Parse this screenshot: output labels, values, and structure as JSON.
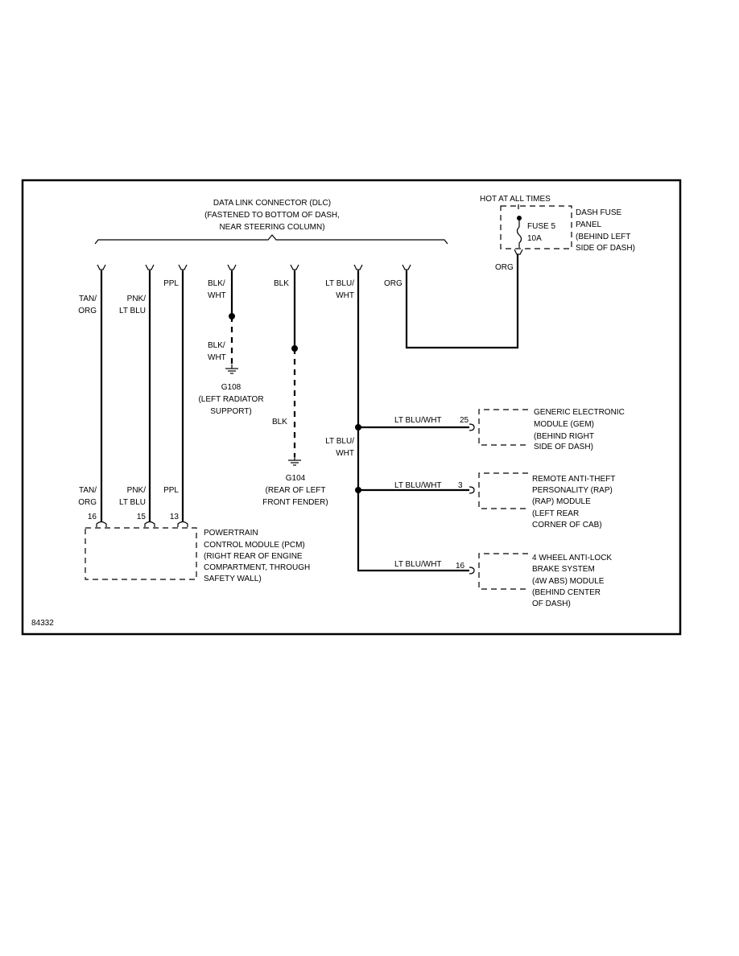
{
  "dlc": {
    "line1": "DATA LINK CONNECTOR (DLC)",
    "line2": "(FASTENED TO BOTTOM OF DASH,",
    "line3": "NEAR STEERING COLUMN)"
  },
  "fuse": {
    "hot": "HOT AT ALL TIMES",
    "name": "FUSE 5",
    "rating": "10A",
    "panel": [
      "DASH FUSE",
      "PANEL",
      "(BEHIND LEFT",
      "SIDE OF DASH)"
    ],
    "wire": "ORG"
  },
  "wires": {
    "tan_org": [
      "TAN/",
      "ORG"
    ],
    "pnk_ltblu": [
      "PNK/",
      "LT BLU"
    ],
    "ppl": "PPL",
    "blk_wht_top": [
      "BLK/",
      "WHT"
    ],
    "blk_wht_bottom": [
      "BLK/",
      "WHT"
    ],
    "blk_top": "BLK",
    "blk_mid": "BLK",
    "ltblu_wht_top": [
      "LT BLU/",
      "WHT"
    ],
    "ltblu_wht_mid": [
      "LT BLU/",
      "WHT"
    ],
    "org": "ORG",
    "tan_org_bottom": [
      "TAN/",
      "ORG"
    ],
    "pnk_ltblu_bottom": [
      "PNK/",
      "LT BLU"
    ],
    "ppl_bottom": "PPL"
  },
  "grounds": {
    "g108": [
      "G108",
      "(LEFT RADIATOR",
      "SUPPORT)"
    ],
    "g104": [
      "G104",
      "(REAR OF LEFT",
      "FRONT FENDER)"
    ]
  },
  "pcm": {
    "pins": [
      "16",
      "15",
      "13"
    ],
    "label": [
      "POWERTRAIN",
      "CONTROL MODULE (PCM)",
      "(RIGHT REAR OF ENGINE",
      "COMPARTMENT, THROUGH",
      "SAFETY WALL)"
    ]
  },
  "modules": [
    {
      "wire": "LT BLU/WHT",
      "pin": "25",
      "label": [
        "GENERIC ELECTRONIC",
        "MODULE (GEM)",
        "(BEHIND RIGHT",
        "SIDE OF DASH)"
      ]
    },
    {
      "wire": "LT BLU/WHT",
      "pin": "3",
      "label": [
        "REMOTE ANTI-THEFT",
        "PERSONALITY (RAP)",
        "(RAP) MODULE",
        "(LEFT REAR",
        "CORNER OF CAB)"
      ]
    },
    {
      "wire": "LT BLU/WHT",
      "pin": "16",
      "label": [
        "4 WHEEL ANTI-LOCK",
        "BRAKE SYSTEM",
        "(4W ABS) MODULE",
        "(BEHIND CENTER",
        "OF DASH)"
      ]
    }
  ],
  "figure_id": "84332"
}
